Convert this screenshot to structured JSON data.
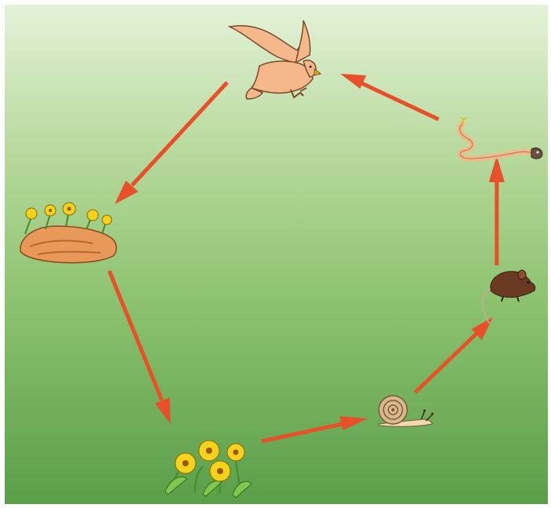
{
  "diagram": {
    "type": "food-cycle",
    "nodes": [
      {
        "id": "hawk",
        "icon": "hawk-icon"
      },
      {
        "id": "snake",
        "icon": "snake-icon"
      },
      {
        "id": "mouse",
        "icon": "mouse-icon"
      },
      {
        "id": "snail",
        "icon": "snail-icon"
      },
      {
        "id": "flowers",
        "icon": "flowers-icon"
      },
      {
        "id": "decomposing-carcass",
        "icon": "carcass-with-flowers-icon"
      }
    ],
    "edges": [
      {
        "from": "flowers",
        "to": "snail"
      },
      {
        "from": "snail",
        "to": "mouse"
      },
      {
        "from": "mouse",
        "to": "snake"
      },
      {
        "from": "snake",
        "to": "hawk"
      },
      {
        "from": "hawk",
        "to": "decomposing-carcass"
      },
      {
        "from": "decomposing-carcass",
        "to": "flowers"
      }
    ],
    "colors": {
      "arrow": "#e8502a",
      "background_top": "#e4f2d8",
      "background_bottom": "#5a9e4a"
    }
  }
}
